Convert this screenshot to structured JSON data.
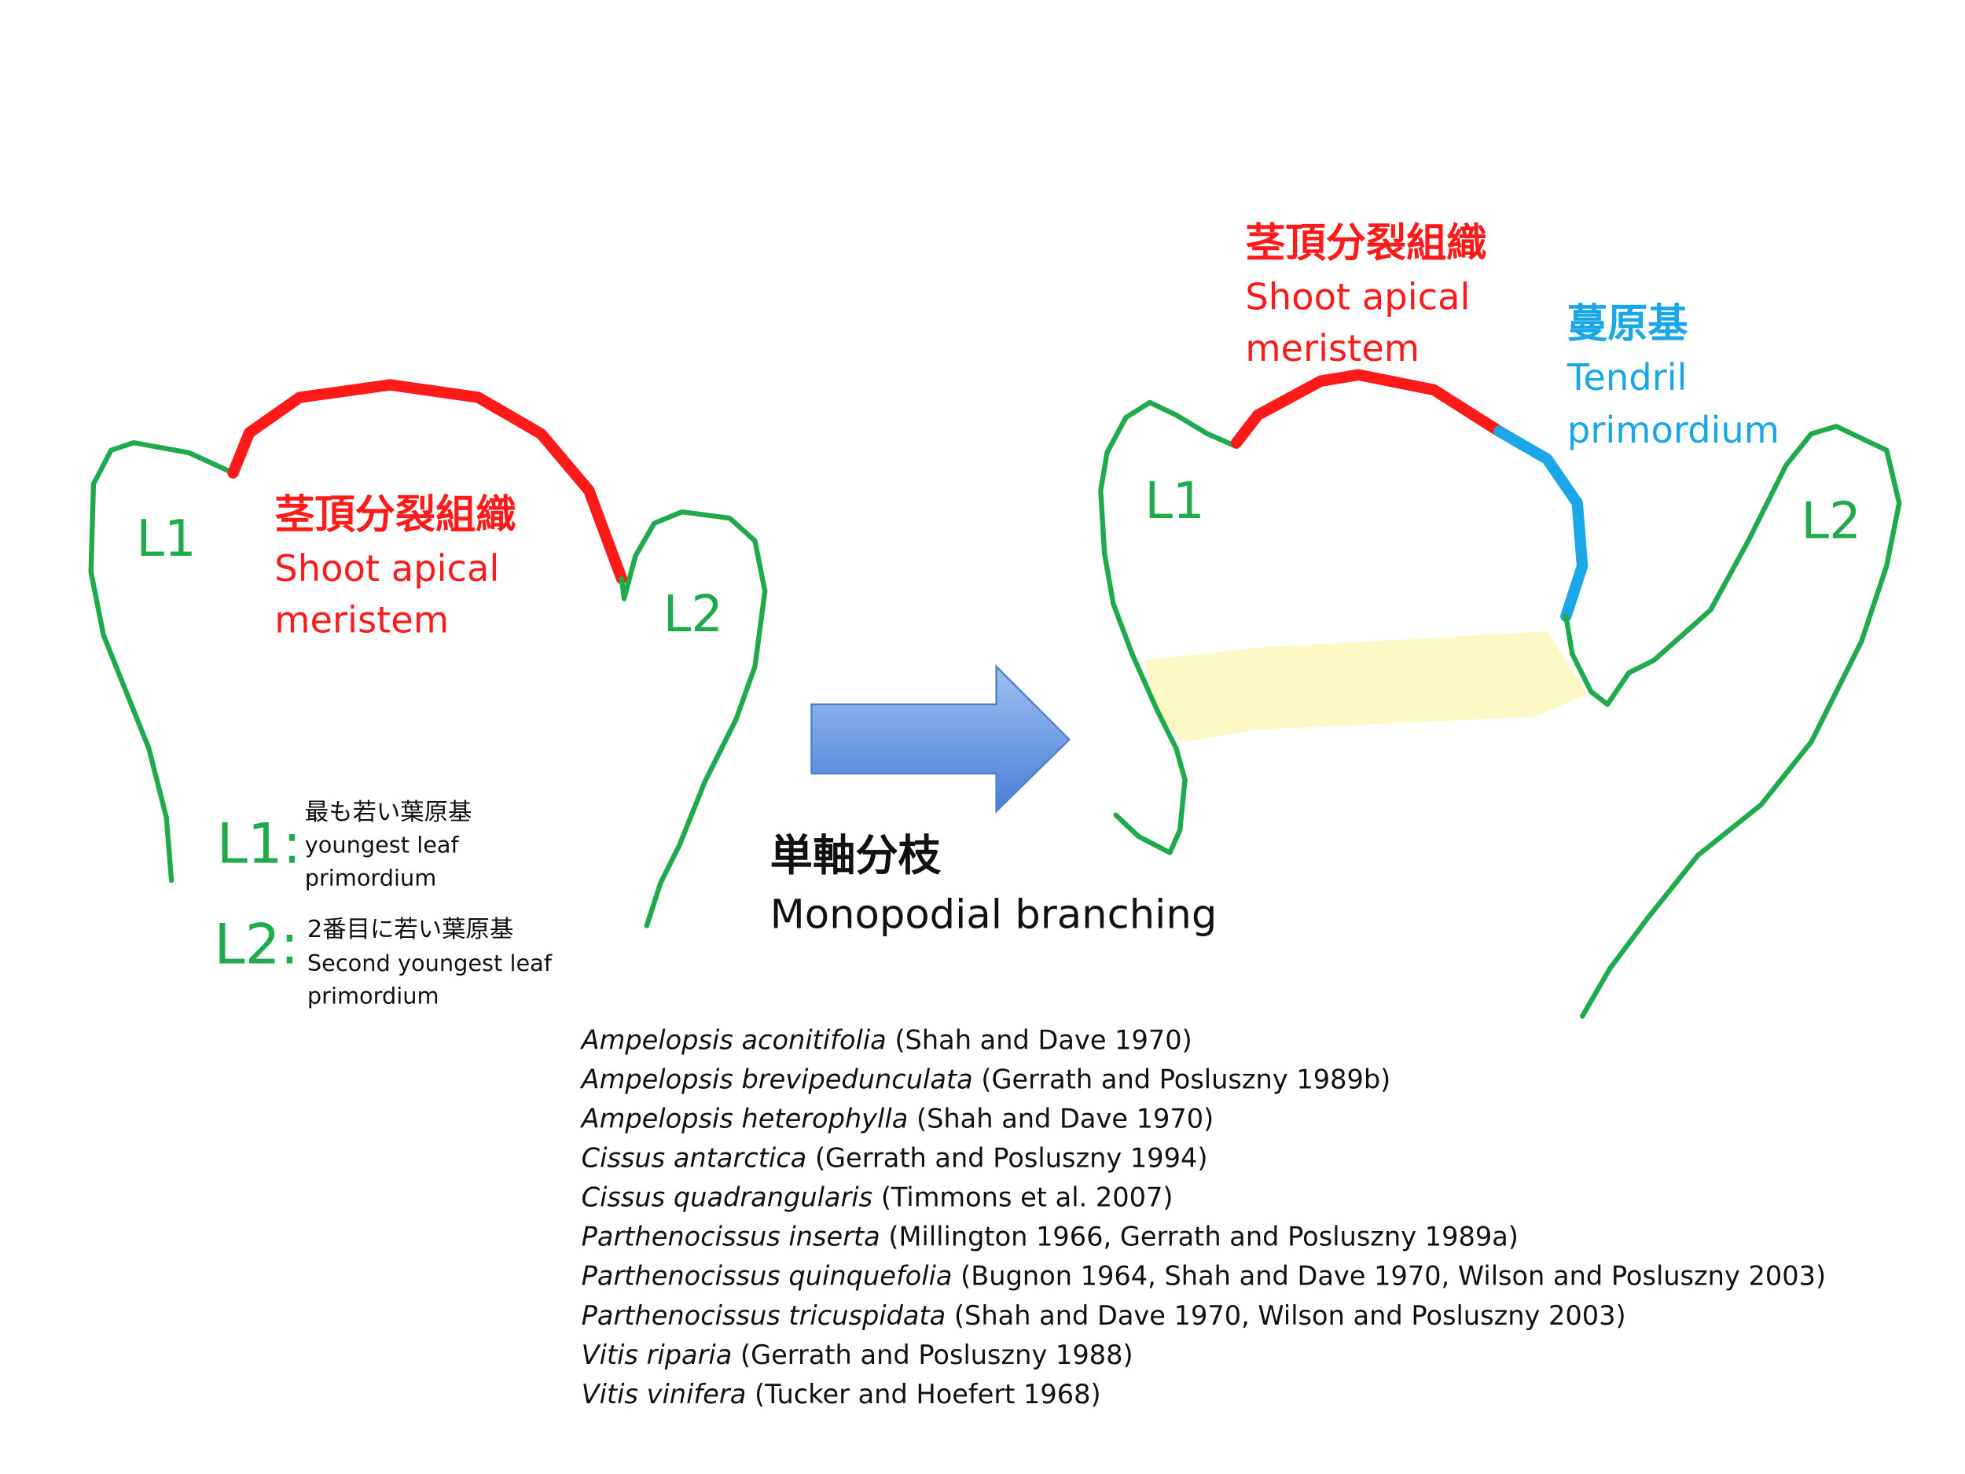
{
  "colors": {
    "outline": "#1fab4c",
    "meristem": "#ff1a1a",
    "tendril": "#1aa7e8",
    "band": "#fdf8bf",
    "arrow": "#6f9ee0"
  },
  "left": {
    "sam_ja": "茎頂分裂組織",
    "sam_en1": "Shoot apical",
    "sam_en2": "meristem",
    "l1": "L1",
    "l2": "L2"
  },
  "legend": {
    "l1_key": "L1:",
    "l1_ja": "最も若い葉原基",
    "l1_en1": "youngest leaf",
    "l1_en2": "primordium",
    "l2_key": "L2:",
    "l2_ja": "2番目に若い葉原基",
    "l2_en1": "Second youngest leaf",
    "l2_en2": "primordium"
  },
  "arrow": {
    "ja": "単軸分枝",
    "en": "Monopodial branching"
  },
  "right": {
    "sam_ja": "茎頂分裂組織",
    "sam_en1": "Shoot apical",
    "sam_en2": "meristem",
    "tendril_ja": "蔓原基",
    "tendril_en1": "Tendril",
    "tendril_en2": "primordium",
    "l1": "L1",
    "l2": "L2"
  },
  "references": [
    {
      "species": "Ampelopsis aconitifolia",
      "citation": " (Shah and Dave 1970)"
    },
    {
      "species": "Ampelopsis brevipedunculata",
      "citation": " (Gerrath and Posluszny 1989b)"
    },
    {
      "species": "Ampelopsis heterophylla",
      "citation": " (Shah and Dave 1970)"
    },
    {
      "species": "Cissus antarctica",
      "citation": " (Gerrath and Posluszny 1994)"
    },
    {
      "species": "Cissus quadrangularis",
      "citation": " (Timmons et al. 2007)"
    },
    {
      "species": "Parthenocissus inserta",
      "citation": " (Millington 1966, Gerrath and Posluszny 1989a)"
    },
    {
      "species": "Parthenocissus quinquefolia",
      "citation": " (Bugnon 1964, Shah and Dave 1970, Wilson and Posluszny 2003)"
    },
    {
      "species": "Parthenocissus tricuspidata",
      "citation": " (Shah and Dave 1970, Wilson and Posluszny 2003)"
    },
    {
      "species": "Vitis riparia",
      "citation": " (Gerrath and Posluszny 1988)"
    },
    {
      "species": "Vitis vinifera",
      "citation": " (Tucker and Hoefert 1968)"
    }
  ]
}
